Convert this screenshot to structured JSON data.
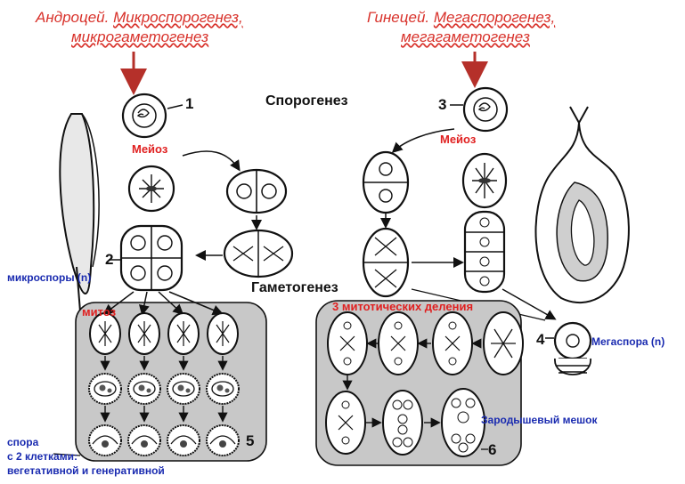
{
  "titles": {
    "androecium_line1": "Андроцей. ",
    "androecium_line1_u": "Микроспорогенез,",
    "androecium_line2": "микрогаметогенез",
    "gynoecium_line1": "Гинецей. ",
    "gynoecium_line1_u": "Мегаспорогенез,",
    "gynoecium_line2": "мегагаметогенез"
  },
  "headings": {
    "sporogenesis": "Спорогенез",
    "gametogenesis": "Гаметогенез"
  },
  "labels": {
    "meiosis_left": "Мейоз",
    "meiosis_right": "Мейоз",
    "mitosis": "митоз",
    "three_mitotic": "3 митотических деления",
    "microspores": "микроспоры (n)",
    "megaspore": "Мегаспора (n)",
    "embryo_sac": "Зародышевый мешок",
    "spore_line1": "спора",
    "spore_line2": "с 2 клетками:",
    "spore_line3": "вегетативной и генеративной"
  },
  "numbers": [
    "1",
    "2",
    "3",
    "4",
    "5",
    "6"
  ],
  "colors": {
    "title_red": "#d8312a",
    "label_red": "#e02020",
    "label_blue": "#1a2bb0",
    "arrow_red": "#b5302a",
    "panel_gray": "#c8c8c8"
  }
}
